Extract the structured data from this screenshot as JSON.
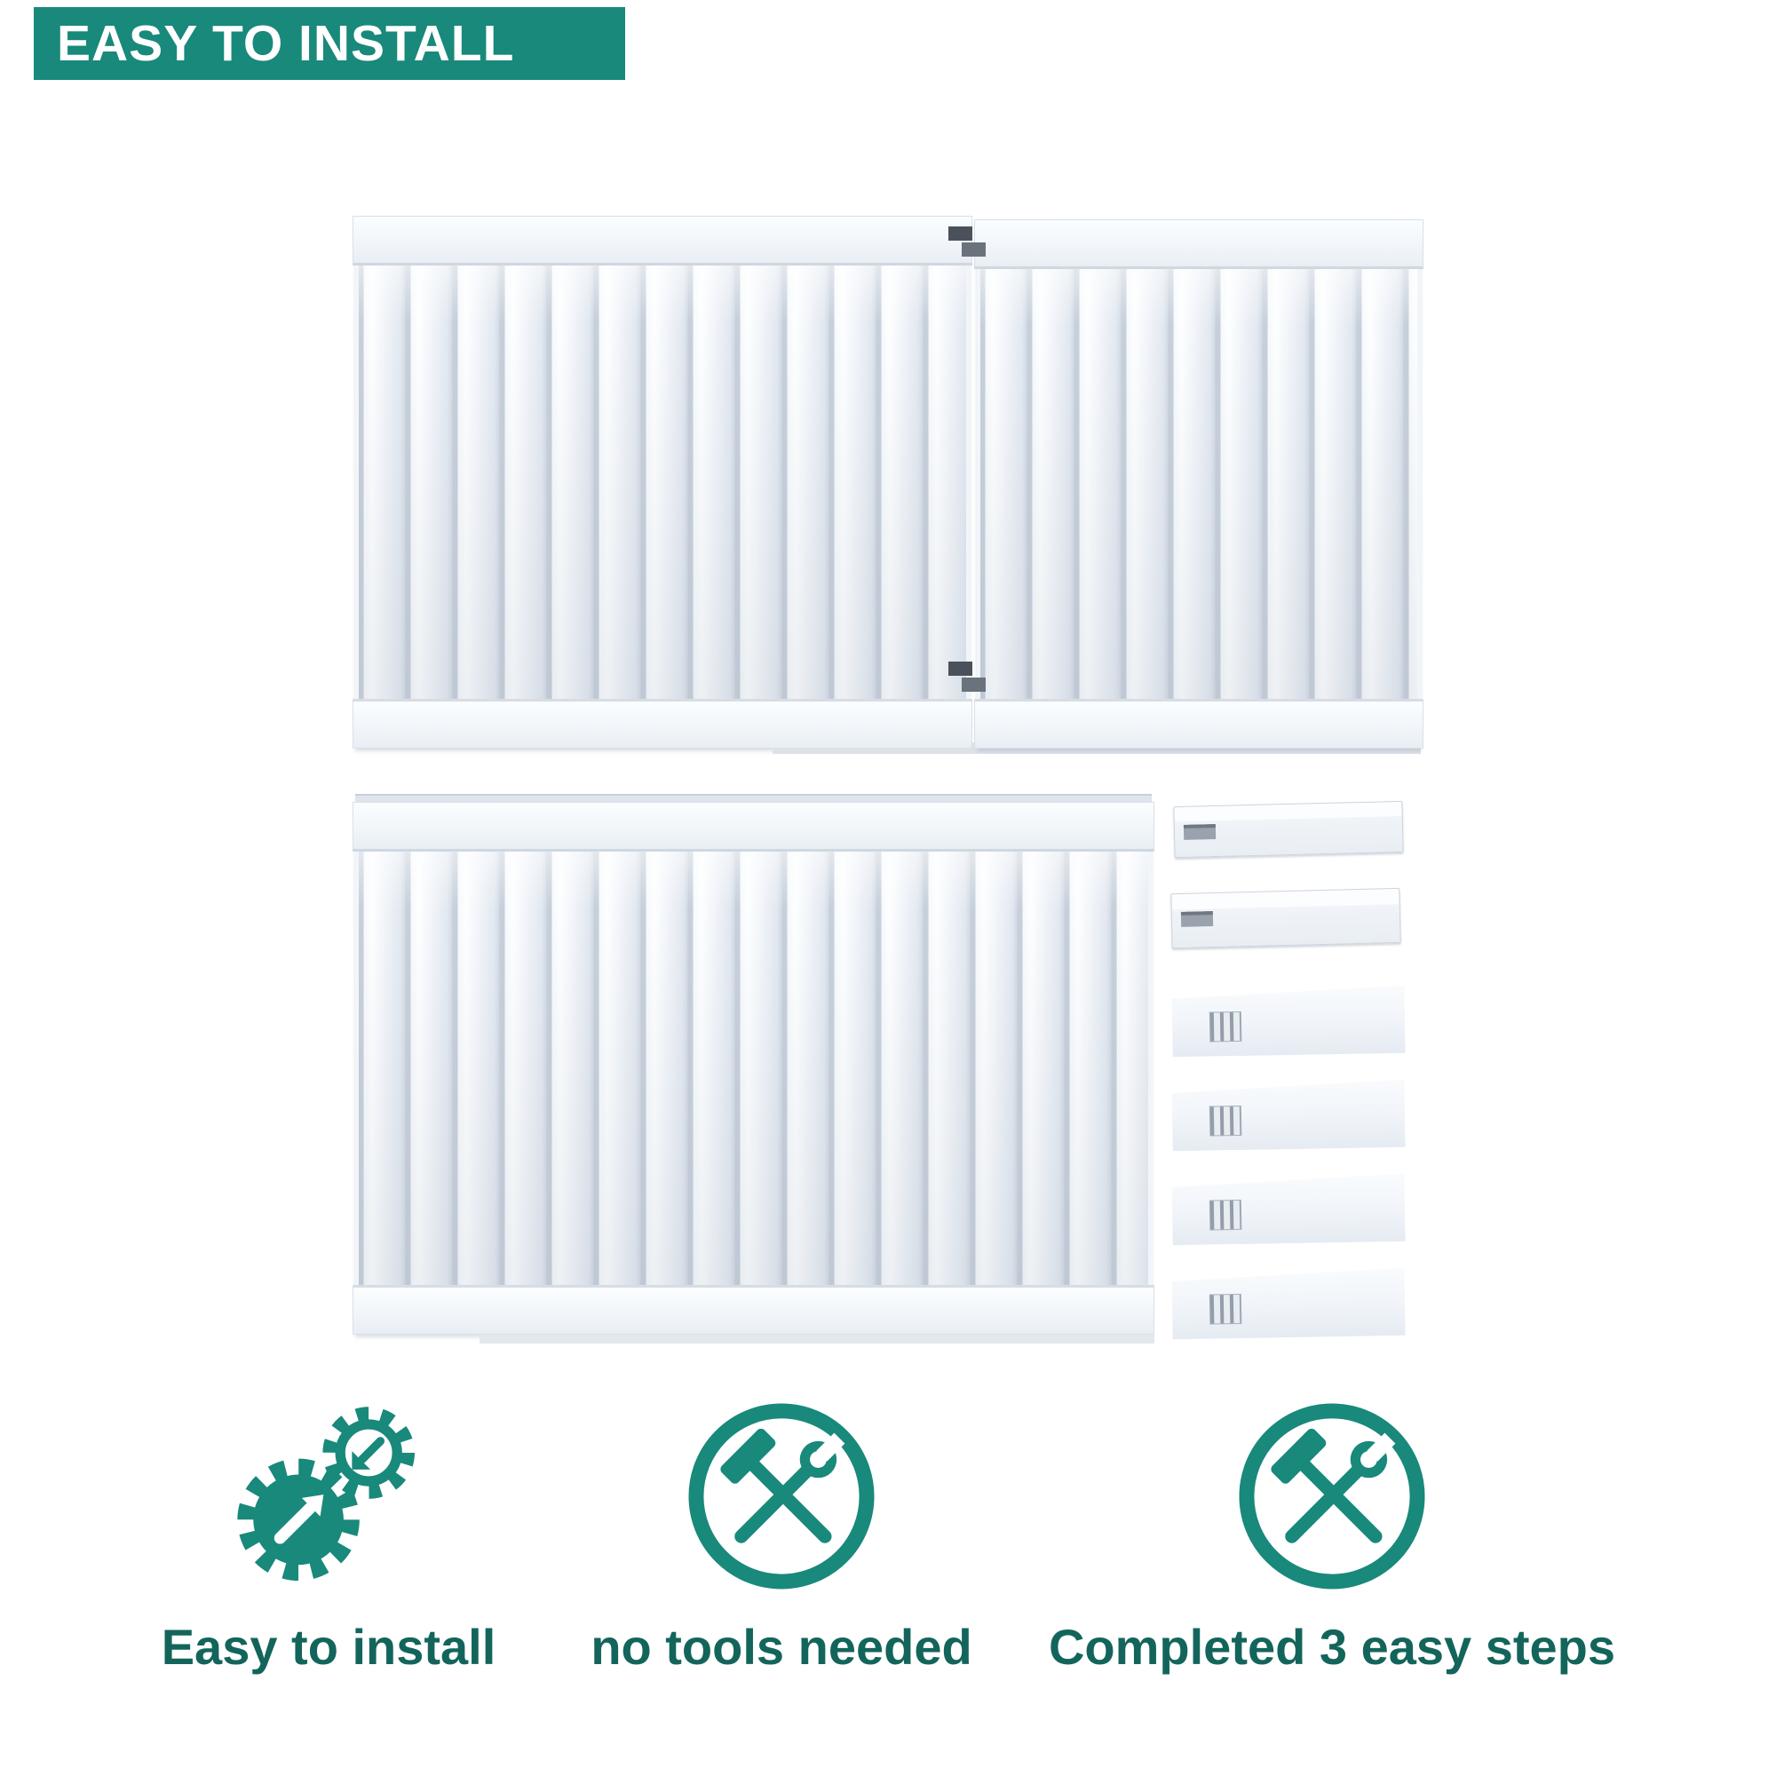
{
  "banner": {
    "label": "EASY TO INSTALL"
  },
  "colors": {
    "accent_teal": "#18897b",
    "label_green": "#13655b",
    "panel_white": "#f2f5f9"
  },
  "features": [
    {
      "icon": "gears-arrows-icon",
      "label": "Easy to install"
    },
    {
      "icon": "crossed-tools-icon",
      "label": "no tools needed"
    },
    {
      "icon": "crossed-tools-icon",
      "label": "Completed 3 easy steps"
    }
  ]
}
